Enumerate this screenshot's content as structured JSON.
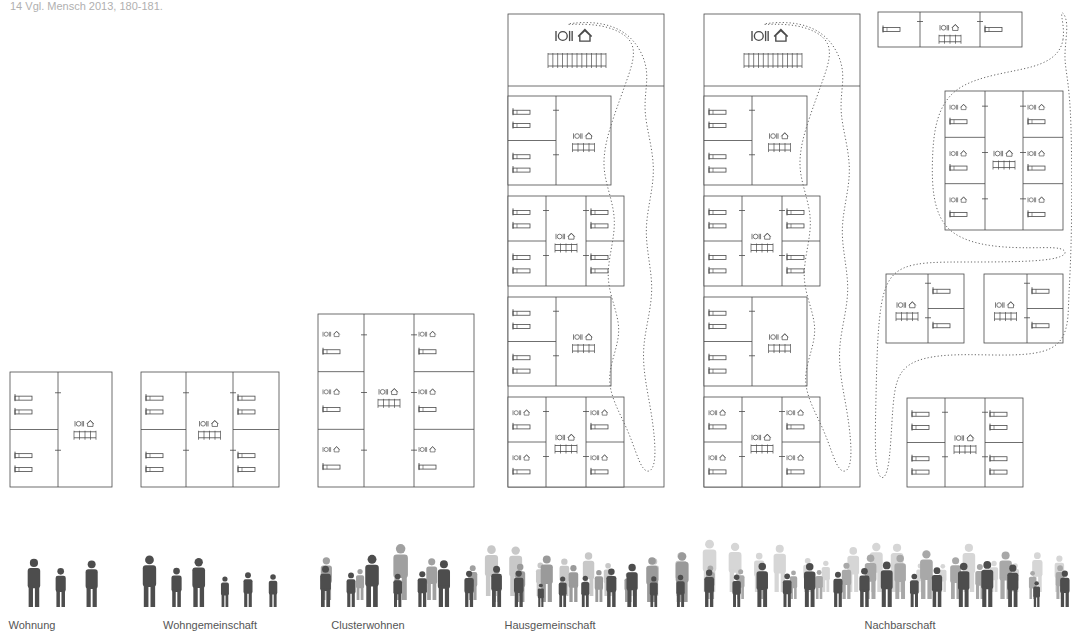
{
  "diagram": {
    "labels": [
      "14 Vgl. Mensch 2013, 180-181.",
      "Wohnung",
      "Wohngemeinschaft",
      "Clusterwohnen",
      "Hausgemeinschaft",
      "Nachbarschaft"
    ]
  }
}
